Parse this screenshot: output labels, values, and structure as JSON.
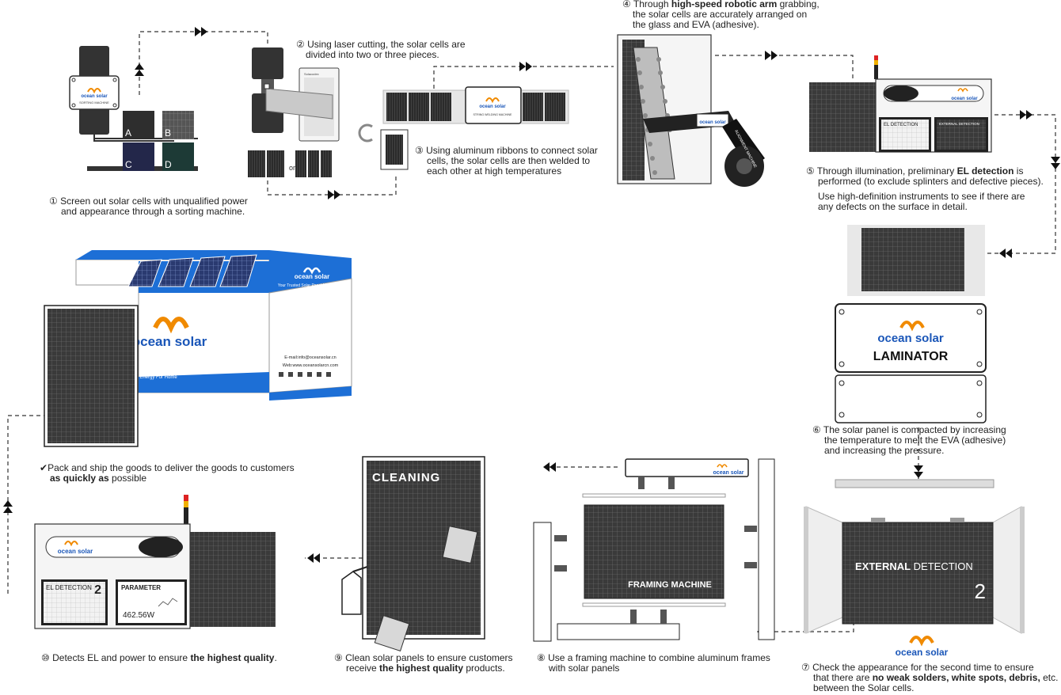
{
  "steps": {
    "s1": {
      "num": "①",
      "line1": "Screen out solar cells with unqualified power",
      "line2": "and appearance through a sorting machine."
    },
    "s2": {
      "num": "②",
      "line1": "Using laser cutting, the solar cells are",
      "line2": "divided into two or three pieces."
    },
    "s3": {
      "num": "③",
      "line1": "Using aluminum ribbons to connect solar",
      "line2": "cells, the solar cells are then welded to",
      "line3": "each other at high temperatures"
    },
    "s4": {
      "num": "④",
      "pre": "Through ",
      "bold": "high-speed robotic arm",
      "post": " grabbing,",
      "line2": "the solar cells are accurately arranged on",
      "line3": "the glass and EVA (adhesive)."
    },
    "s5": {
      "num": "⑤",
      "pre": "Through illumination, preliminary ",
      "bold": "EL detection",
      "post": " is",
      "line2": "performed (to exclude splinters and defective pieces).",
      "line3": "Use high-definition instruments to see if there are",
      "line4": "any defects on the surface in detail."
    },
    "s6": {
      "num": "⑥",
      "line1": "The solar panel is compacted by increasing",
      "line2": "the temperature to melt the EVA (adhesive)",
      "line3": "and increasing the pressure."
    },
    "s7": {
      "num": "⑦",
      "line1": "Check the appearance for the second time to ensure",
      "pre2": "that there are ",
      "bold2": "no weak solders, white spots, debris,",
      "post2": " etc.",
      "line3": "between the Solar cells."
    },
    "s8": {
      "num": "⑧",
      "line1": "Use a framing machine to combine aluminum frames",
      "line2": "with solar panels"
    },
    "s9": {
      "num": "⑨",
      "line1": "Clean solar panels to ensure customers",
      "pre2": "receive ",
      "bold2": "the highest quality",
      "post2": " products."
    },
    "s10": {
      "num": "⑩",
      "pre": "Detects EL and power to ensure ",
      "bold": "the highest quality",
      "post": "."
    },
    "ship": {
      "mark": "✔",
      "line1": "Pack and ship the goods to deliver the goods to customers",
      "bold2": "as quickly as",
      "post2": " possible"
    }
  },
  "labels": {
    "sorting_machine": "SORTING MACHINE",
    "grade_a": "A",
    "grade_b": "B",
    "grade_c": "C",
    "grade_d": "D",
    "or": "or",
    "string_welding": "STRING WELDING MACHINE",
    "alignment_machine": "ALIGNMENT MACHINE",
    "el_detection": "EL DETECTION",
    "external_detection_small": "EXTERNAL DETECTION",
    "laminator": "LAMINATOR",
    "external_bold": "EXTERNAL",
    "external_detection": " DETECTION",
    "external_number": "2",
    "framing_machine": "FRAMING MACHINE",
    "cleaning": "CLEANING",
    "el_detection_2": "EL DETECTION",
    "el_number": "2",
    "parameter": "PARAMETER",
    "power_value": "462.56W"
  },
  "brand": {
    "name": "ocean solar",
    "tagline": "Your Trusted Solar Panel Manufacturer",
    "email": "E-mail:info@oceansolar.cn",
    "web": "Web:www.oceansolarcn.com",
    "slogan": "Energy For Home"
  },
  "colors": {
    "brand_blue": "#1a56b8",
    "brand_orange": "#f08a00",
    "box_blue": "#1d6fd6"
  }
}
